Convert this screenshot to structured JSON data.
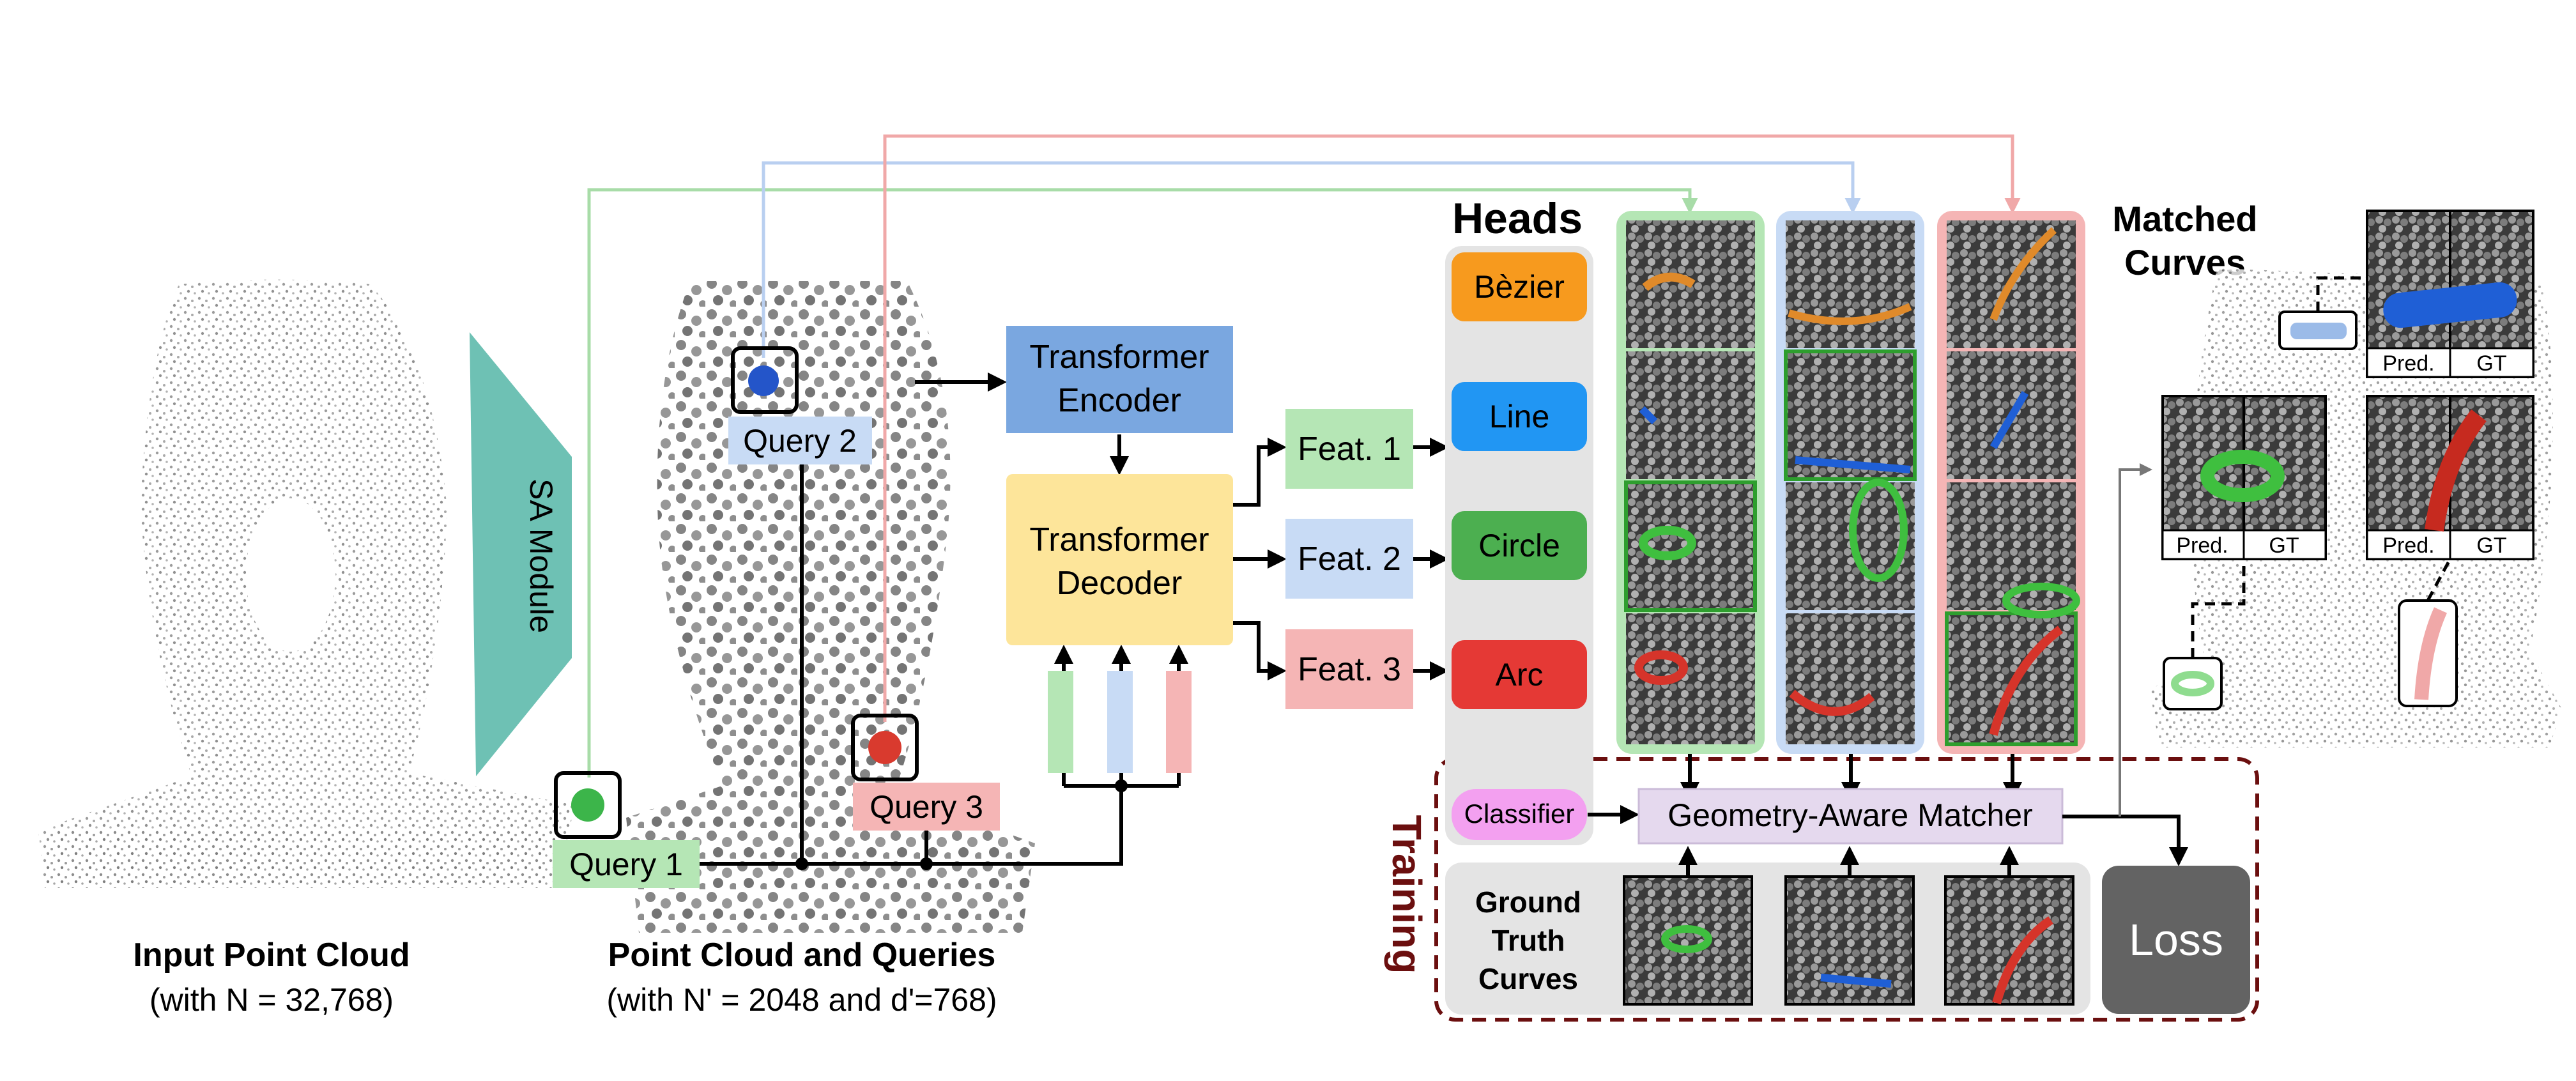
{
  "input": {
    "title": "Input Point Cloud",
    "subtitle": "(with N = 32,768)"
  },
  "sa_module": "SA Module",
  "queries_panel": {
    "title": "Point Cloud and Queries",
    "subtitle": "(with N' = 2048 and d'=768)",
    "query1": "Query 1",
    "query2": "Query 2",
    "query3": "Query 3"
  },
  "transformer": {
    "encoder": [
      "Transformer",
      "Encoder"
    ],
    "decoder": [
      "Transformer",
      "Decoder"
    ]
  },
  "features": [
    "Feat. 1",
    "Feat. 2",
    "Feat. 3"
  ],
  "heads": {
    "title": "Heads",
    "items": [
      "Bèzier",
      "Line",
      "Circle",
      "Arc"
    ],
    "classifier": "Classifier"
  },
  "training": {
    "label": "Training",
    "matcher": "Geometry-Aware Matcher",
    "ground_truth": [
      "Ground",
      "Truth",
      "Curves"
    ],
    "loss": "Loss"
  },
  "matched": {
    "title": [
      "Matched",
      "Curves"
    ],
    "pred": "Pred.",
    "gt": "GT"
  },
  "colors": {
    "green": "#b5e6b5",
    "blue": "#c8dbf5",
    "red": "#f5b5b5",
    "sa_module": "#6ec1b4",
    "encoder": "#7aa7e0",
    "decoder": "#fde59a",
    "bezier": "#f79a1e",
    "line": "#2196f3",
    "circle": "#4caf50",
    "arc": "#e53935",
    "classifier": "#f3a0f0",
    "matcher": "#e5d9ee",
    "loss": "#636363",
    "training_border": "#6b0f0f"
  }
}
